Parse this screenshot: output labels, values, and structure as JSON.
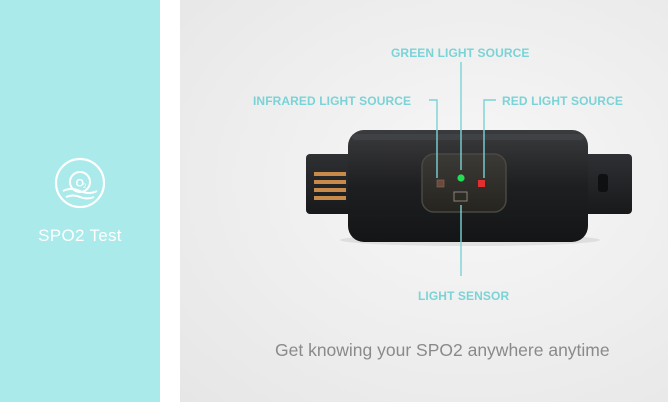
{
  "sidebar": {
    "icon_text": "O2",
    "label": "SPO2 Test",
    "background_color": "#aaeaea"
  },
  "diagram": {
    "labels": {
      "green": "GREEN LIGHT SOURCE",
      "infrared": "INFRARED LIGHT SOURCE",
      "red": "RED LIGHT SOURCE",
      "sensor": "LIGHT SENSOR"
    },
    "accent_color": "#7ad3d6",
    "led_colors": {
      "green": "#22dd55",
      "red": "#e03030",
      "infrared": "#6a4a3a"
    }
  },
  "tagline": "Get knowing your SPO2 anywhere anytime"
}
